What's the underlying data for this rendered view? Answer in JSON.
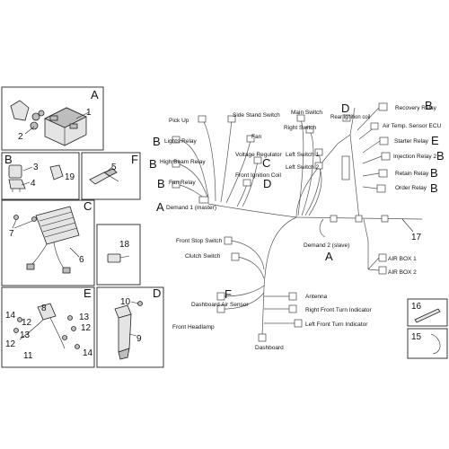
{
  "panels": {
    "A": {
      "letter": "A",
      "nums": [
        "1",
        "2"
      ]
    },
    "B": {
      "letter": "B",
      "nums": [
        "3",
        "4",
        "19"
      ]
    },
    "F": {
      "letter": "F",
      "nums": [
        "5"
      ]
    },
    "C": {
      "letter": "C",
      "nums": [
        "6",
        "7"
      ]
    },
    "P18": {
      "nums": [
        "18"
      ]
    },
    "E": {
      "letter": "E",
      "nums": [
        "8",
        "12",
        "13",
        "14",
        "12",
        "13",
        "12",
        "14",
        "11"
      ]
    },
    "D": {
      "letter": "D",
      "nums": [
        "10",
        "9"
      ]
    },
    "P16": {
      "nums": [
        "16"
      ]
    },
    "P15": {
      "nums": [
        "15"
      ]
    }
  },
  "harness": {
    "number": "17",
    "labels": {
      "pick_up": "Pick Up",
      "side_stand_switch": "Side Stand Switch",
      "main_switch": "Main Switch",
      "rear_ignition_coil": "Rear ignition coil",
      "recovery_relay": "Recovery Relay",
      "right_switch": "Right Switch",
      "air_temp_sensor_ecu": "Air Temp. Sensor ECU",
      "lights_relay": "Lights Relay",
      "fan": "Fan",
      "starter_relay": "Starter Relay",
      "left_switch_1": "Left Switch 1",
      "left_switch_2": "Left Switch 2",
      "injection_relay_2": "Injection Relay 2",
      "high_beam_relay": "High Beam Relay",
      "voltage_regulator": "Voltage Regulator",
      "retain_relay": "Retain Relay",
      "front_ignition_coil": "Front Ignition Coil",
      "order_relay": "Order Relay",
      "fan_relay": "Fan Relay",
      "demand_1": "Demand 1 (master)",
      "demand_2": "Demand 2 (slave)",
      "front_stop_switch": "Front Stop Switch",
      "clutch_switch": "Clutch Switch",
      "air_box_1": "AIR BOX 1",
      "air_box_2": "AIR BOX 2",
      "dashboard_air_sensor": "Dashboard Air Sensor",
      "antenna": "Antenna",
      "front_headlamp": "Front Headlamp",
      "right_front_turn": "Right Front Turn Indicator",
      "left_front_turn": "Left Front Turn Indicator",
      "dashboard": "Dashboard"
    },
    "callouts": {
      "b_lights": "B",
      "b_high_beam": "B",
      "b_fan_relay": "B",
      "a_demand1": "A",
      "c_voltage": "C",
      "d_front_coil": "D",
      "d_rear_coil": "D",
      "b_recovery": "B",
      "e_starter": "E",
      "b_injection": "B",
      "b_retain": "B",
      "b_order": "B",
      "a_demand2": "A",
      "f_dashboard": "F"
    }
  }
}
